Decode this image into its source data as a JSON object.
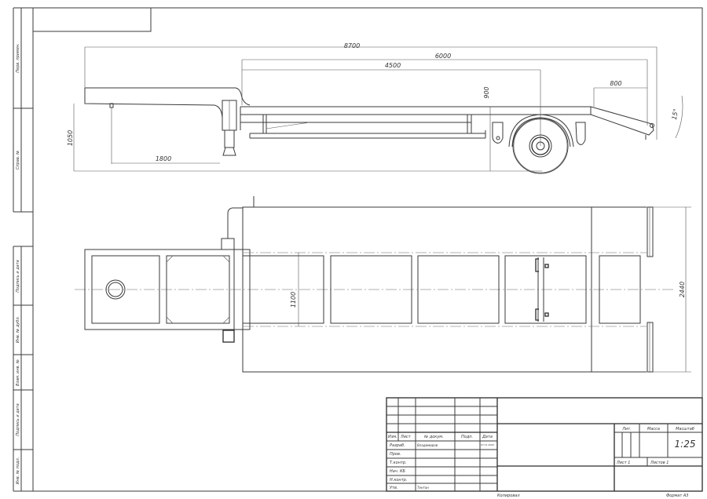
{
  "sheet": {
    "format_label": "Формат А3",
    "copied_label": "Копировал"
  },
  "side_stamps": [
    "Перв. примен.",
    "Справ. №",
    "Подпись и дата",
    "Инв. № дубл.",
    "Взам. инв. №",
    "Подпись и дата",
    "Инв. № подл."
  ],
  "side_view": {
    "dimensions": {
      "overall_length": "8700",
      "platform_length": "6000",
      "to_axle": "4500",
      "ramp_length": "800",
      "platform_height": "900",
      "hitch_height": "1050",
      "support_offset": "1800",
      "ramp_angle": "15°"
    }
  },
  "top_view": {
    "dimensions": {
      "frame_width": "1100",
      "overall_width": "2440"
    }
  },
  "title_block": {
    "headers": [
      "Изм.",
      "Лист",
      "№ докум.",
      "Подп.",
      "Дата"
    ],
    "roles": [
      {
        "role": "Разраб.",
        "name": "Владимиров",
        "date": "07.11.2022"
      },
      {
        "role": "Пров.",
        "name": "",
        "date": ""
      },
      {
        "role": "Т.контр.",
        "name": "",
        "date": ""
      },
      {
        "role": "Нач. КБ",
        "name": "",
        "date": ""
      },
      {
        "role": "Н.контр.",
        "name": "",
        "date": ""
      },
      {
        "role": "Утв.",
        "name": "Тентон",
        "date": ""
      }
    ],
    "lit_label": "Лит.",
    "mass_label": "Масса",
    "scale_label": "Масштаб",
    "scale_value": "1:25",
    "sheet_label": "Лист 1",
    "sheets_label": "Листов 1"
  }
}
